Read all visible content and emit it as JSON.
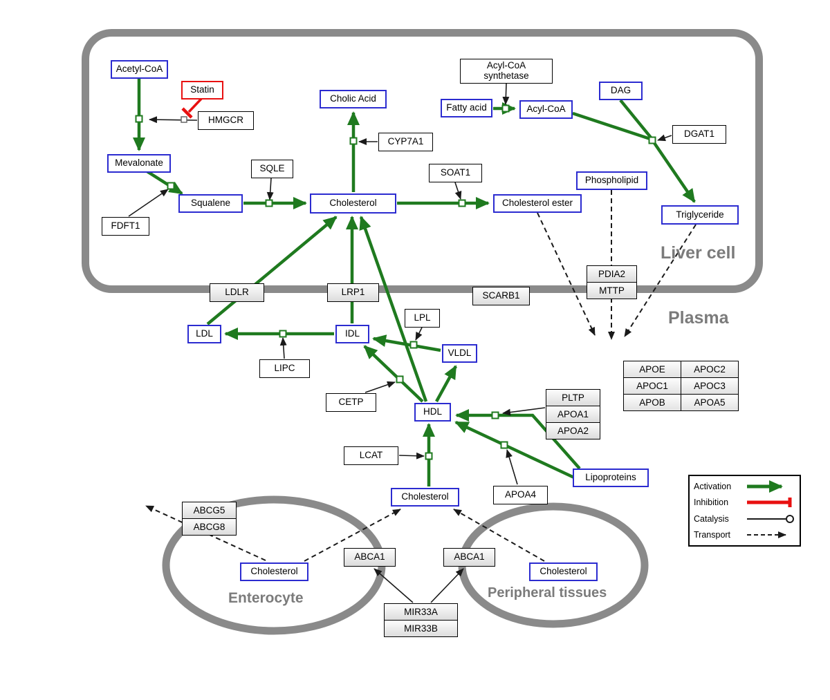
{
  "compartments": {
    "liver": "Liver cell",
    "plasma": "Plasma",
    "enterocyte": "Enterocyte",
    "peripheral": "Peripheral tissues"
  },
  "nodes": {
    "acetyl_coa": "Acetyl-CoA",
    "statin": "Statin",
    "hmgcr": "HMGCR",
    "mevalonate": "Mevalonate",
    "fdft1": "FDFT1",
    "squalene": "Squalene",
    "sqle": "SQLE",
    "cholesterol_liver": "Cholesterol",
    "cholic_acid": "Cholic Acid",
    "cyp7a1": "CYP7A1",
    "soat1": "SOAT1",
    "cholesterol_ester": "Cholesterol ester",
    "fatty_acid": "Fatty acid",
    "acyl_coa_synthetase": "Acyl-CoA synthetase",
    "acyl_coa": "Acyl-CoA",
    "dag": "DAG",
    "dgat1": "DGAT1",
    "phospholipid": "Phospholipid",
    "triglyceride": "Triglyceride",
    "pdia2": "PDIA2",
    "mttp": "MTTP",
    "ldlr": "LDLR",
    "lrp1": "LRP1",
    "scarb1": "SCARB1",
    "ldl": "LDL",
    "idl": "IDL",
    "lpl": "LPL",
    "vldl": "VLDL",
    "lipc": "LIPC",
    "cetp": "CETP",
    "hdl": "HDL",
    "apoe": "APOE",
    "apoc2": "APOC2",
    "apoc1": "APOC1",
    "apoc3": "APOC3",
    "apob": "APOB",
    "apoa5": "APOA5",
    "pltp": "PLTP",
    "apoa1": "APOA1",
    "apoa2": "APOA2",
    "apoa4": "APOA4",
    "lipoproteins": "Lipoproteins",
    "lcat": "LCAT",
    "cholesterol_plasma": "Cholesterol",
    "abcg5": "ABCG5",
    "abcg8": "ABCG8",
    "cholesterol_enterocyte": "Cholesterol",
    "abca1_left": "ABCA1",
    "abca1_right": "ABCA1",
    "cholesterol_peripheral": "Cholesterol",
    "mir33a": "MIR33A",
    "mir33b": "MIR33B"
  },
  "legend": {
    "activation": "Activation",
    "inhibition": "Inhibition",
    "catalysis": "Catalysis",
    "transport": "Transport"
  },
  "colors": {
    "activation_green": "#1f7a1f",
    "inhibition_red": "#e81010",
    "metabolite_border_blue": "#2b2bd0",
    "membrane_gray": "#8a8a8a"
  }
}
